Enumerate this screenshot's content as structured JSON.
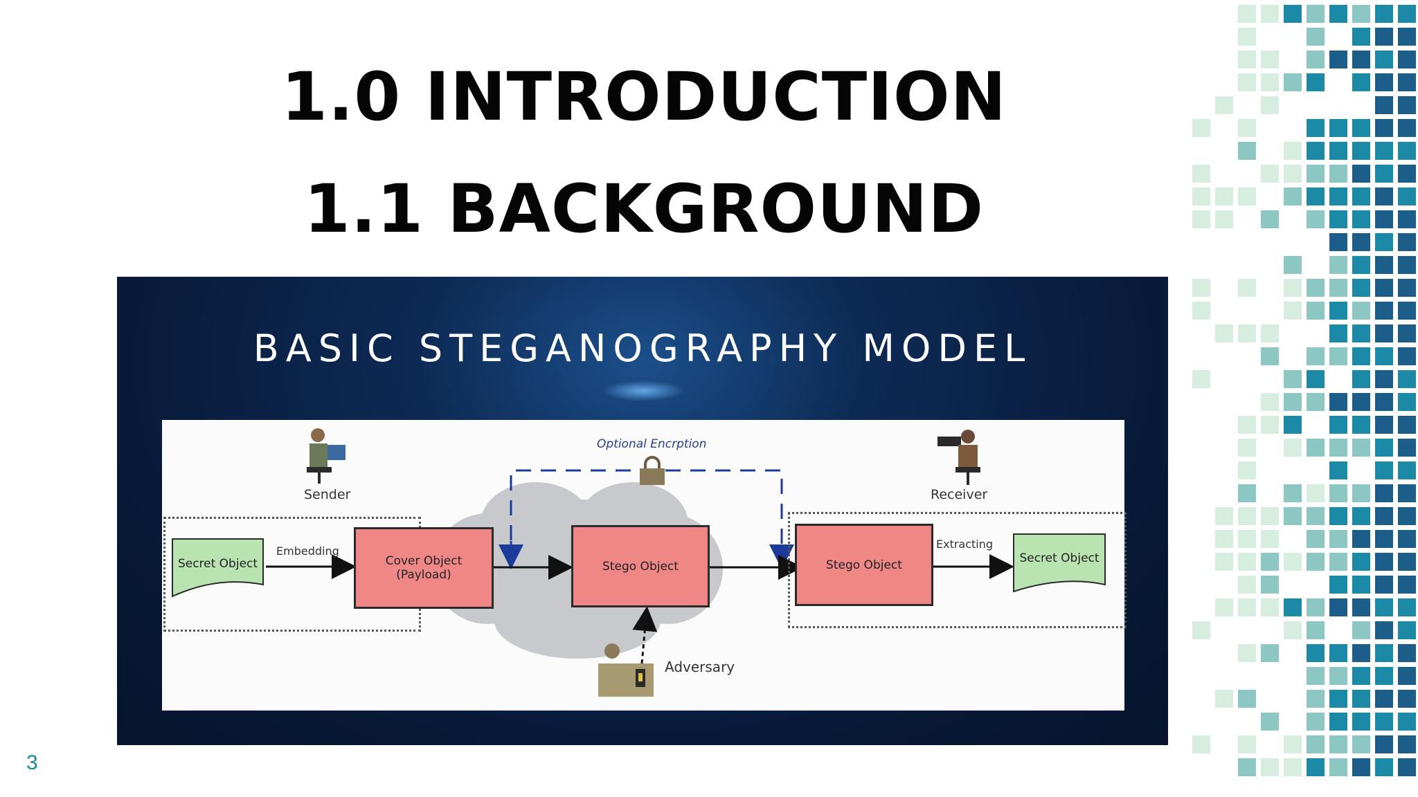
{
  "slide": {
    "title_line1": "1.0 INTRODUCTION",
    "title_line2": "1.1 BACKGROUND",
    "slide_number": "3"
  },
  "diagram": {
    "heading": "Basic Steganography Model",
    "optional_encryption_label": "Optional Encrption",
    "sender_label": "Sender",
    "receiver_label": "Receiver",
    "adversary_label": "Adversary",
    "embedding_label": "Embedding",
    "extracting_label": "Extracting",
    "secret_object_left": "Secret Object",
    "cover_object": "Cover Object\n(Payload)",
    "stego_object_center": "Stego Object",
    "stego_object_right": "Stego Object",
    "secret_object_right": "Secret Object"
  },
  "colors": {
    "node_fill": "#f08787",
    "doc_fill": "#b9e3b0",
    "cloud_fill": "#c7c9cc",
    "mosaic": [
      "#d6ede0",
      "#8cc7c4",
      "#1c8aa6",
      "#1c5d8a"
    ]
  }
}
